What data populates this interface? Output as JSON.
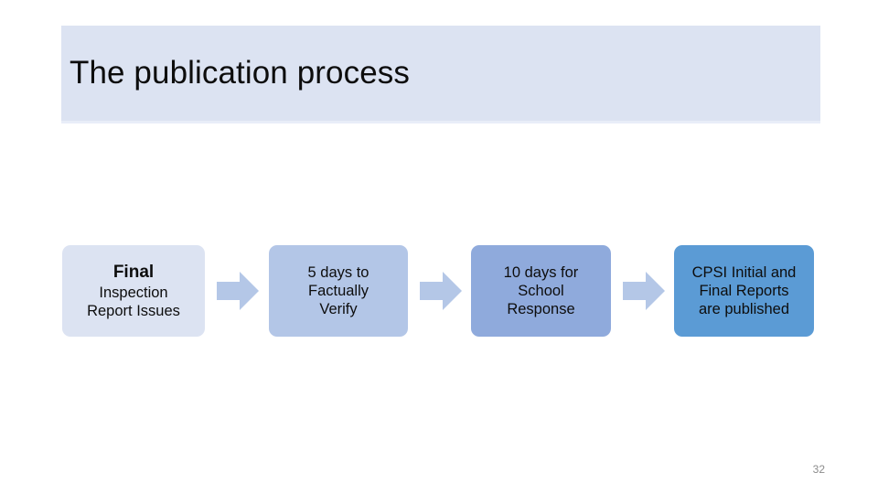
{
  "slide": {
    "title": "The publication process",
    "page_number": "32",
    "background_color": "#ffffff",
    "title_banner_color": "#dce3f2"
  },
  "process_flow": {
    "arrow_icon_name": "right-block-arrow-icon",
    "arrow_color": "#b4c7e7",
    "steps": [
      {
        "lines": [
          "Final",
          "Inspection",
          "Report Issues"
        ],
        "bold_first_line": true,
        "color": "#dce3f2"
      },
      {
        "lines": [
          "5 days to",
          "Factually",
          "Verify"
        ],
        "bold_first_line": false,
        "color": "#b3c6e7"
      },
      {
        "lines": [
          "10 days for",
          "School",
          "Response"
        ],
        "bold_first_line": false,
        "color": "#8faadc"
      },
      {
        "lines": [
          "CPSI Initial and",
          "Final Reports",
          "are published"
        ],
        "bold_first_line": false,
        "color": "#5b9bd5"
      }
    ]
  }
}
